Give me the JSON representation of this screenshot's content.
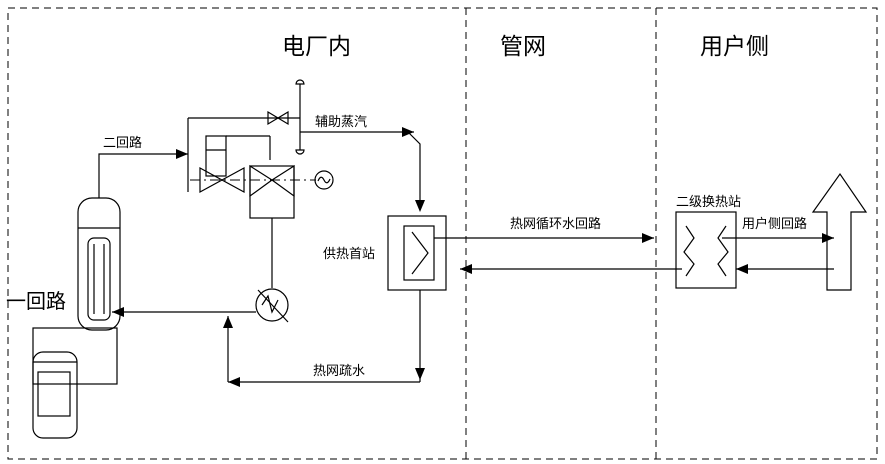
{
  "zones": {
    "plant": "电厂内",
    "network": "管网",
    "user_side": "用户侧"
  },
  "labels": {
    "primary_loop": "一回路",
    "secondary_loop": "二回路",
    "aux_steam": "辅助蒸汽",
    "heat_station": "供热首站",
    "circ_loop": "热网循环水回路",
    "secondary_station": "二级换热站",
    "user_loop": "用户侧回路",
    "drain": "热网疏水"
  },
  "colors": {
    "line": "#000000",
    "background": "#ffffff"
  }
}
